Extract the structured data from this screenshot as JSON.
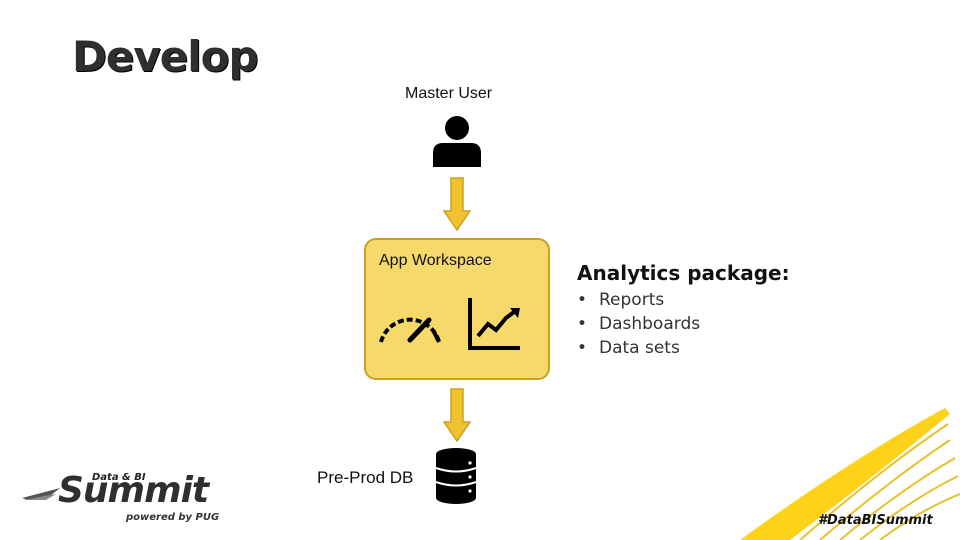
{
  "slide": {
    "title": "Develop"
  },
  "diagram": {
    "master_user_label": "Master User",
    "workspace_label": "App Workspace",
    "db_label": "Pre-Prod DB",
    "icons": {
      "user": "person-icon",
      "gauge": "gauge-icon",
      "trend": "line-chart-icon",
      "database": "database-icon",
      "arrow": "down-arrow-icon"
    },
    "colors": {
      "workspace_fill": "#f6d96b",
      "workspace_border": "#c9a21c",
      "arrow_fill": "#f2c12e",
      "accent_yellow": "#ffd21a"
    }
  },
  "package": {
    "title": "Analytics package:",
    "items": [
      "Reports",
      "Dashboards",
      "Data sets"
    ]
  },
  "branding": {
    "logo_top": "Data & BI",
    "logo_main": "Summit",
    "logo_powered": "powered by PUG",
    "hashtag": "#DataBISummit"
  }
}
